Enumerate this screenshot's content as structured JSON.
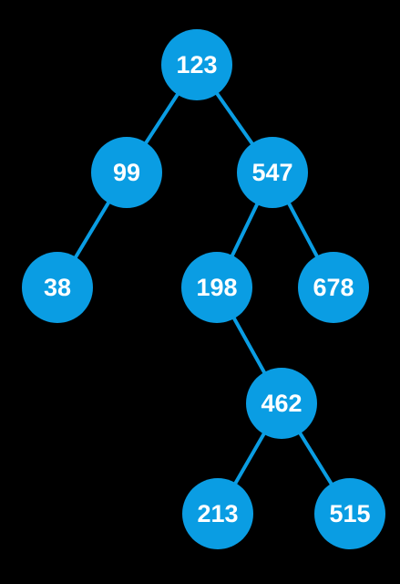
{
  "tree": {
    "colors": {
      "background": "#000000",
      "node_fill": "#0A9DE3",
      "edge": "#0A9DE3",
      "label": "#FFFFFF"
    },
    "nodes": [
      {
        "id": "n123",
        "label": "123"
      },
      {
        "id": "n99",
        "label": "99"
      },
      {
        "id": "n547",
        "label": "547"
      },
      {
        "id": "n38",
        "label": "38"
      },
      {
        "id": "n198",
        "label": "198"
      },
      {
        "id": "n678",
        "label": "678"
      },
      {
        "id": "n462",
        "label": "462"
      },
      {
        "id": "n213",
        "label": "213"
      },
      {
        "id": "n515",
        "label": "515"
      }
    ],
    "edges": [
      {
        "from": "n123",
        "to": "n99"
      },
      {
        "from": "n123",
        "to": "n547"
      },
      {
        "from": "n99",
        "to": "n38"
      },
      {
        "from": "n547",
        "to": "n198"
      },
      {
        "from": "n547",
        "to": "n678"
      },
      {
        "from": "n198",
        "to": "n462"
      },
      {
        "from": "n462",
        "to": "n213"
      },
      {
        "from": "n462",
        "to": "n515"
      }
    ]
  }
}
